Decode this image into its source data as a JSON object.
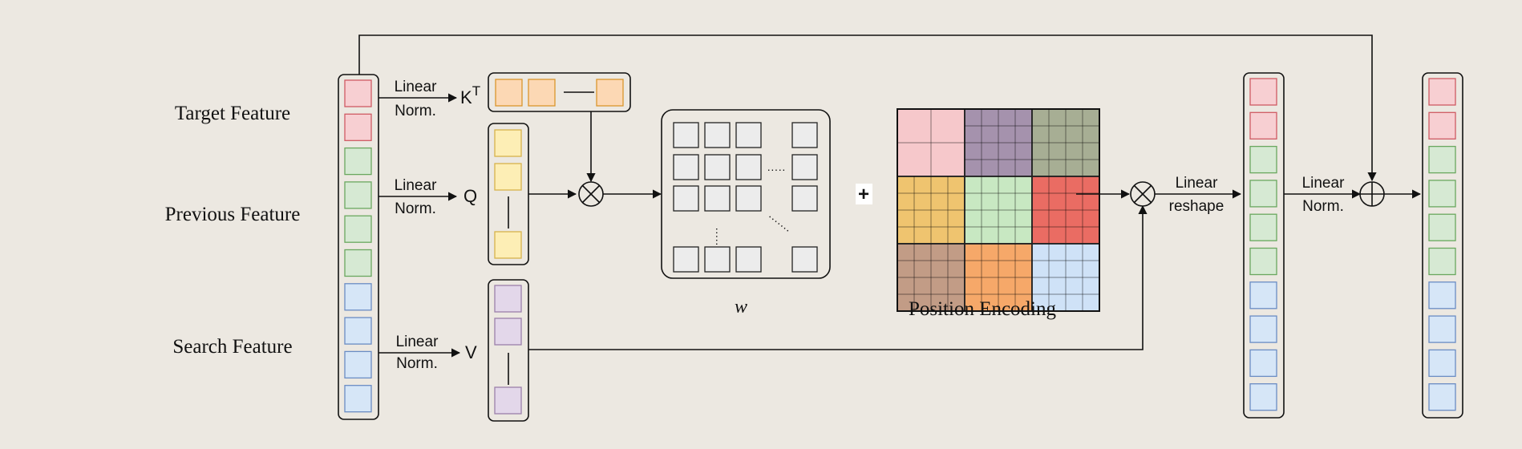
{
  "labels": {
    "target_feature": "Target Feature",
    "previous_feature": "Previous Feature",
    "search_feature": "Search Feature",
    "linear": "Linear",
    "norm": "Norm.",
    "reshape": "reshape",
    "k": "K",
    "k_sup": "T",
    "q": "Q",
    "v": "V",
    "w": "w",
    "plus": "+",
    "position_encoding": "Position Encoding",
    "dots": "·····"
  },
  "colors": {
    "background": "#ece8e1",
    "pink": "#f7cfd2",
    "pink_border": "#cf5a63",
    "green": "#d6e9d3",
    "green_border": "#6aa85f",
    "blue": "#d6e6f7",
    "blue_border": "#6a8cc4",
    "orange": "#fcd8b4",
    "orange_border": "#d9962e",
    "yellow": "#fdeeb5",
    "yellow_border": "#d6b24a",
    "purple": "#e3d7ea",
    "purple_border": "#9b80aa",
    "matrix_cell": "#ececec"
  },
  "feature_column": [
    "pink",
    "pink",
    "green",
    "green",
    "green",
    "green",
    "blue",
    "blue",
    "blue",
    "blue"
  ],
  "position_encoding_blocks": [
    {
      "name": "pink-block",
      "fill": "#f6c8cb"
    },
    {
      "name": "purple-block",
      "fill": "#a592ad"
    },
    {
      "name": "olive-block",
      "fill": "#a7ae94"
    },
    {
      "name": "mustard-block",
      "fill": "#efc46f"
    },
    {
      "name": "lightgreen-block",
      "fill": "#c8e8c2"
    },
    {
      "name": "red-block",
      "fill": "#ea6c63"
    },
    {
      "name": "brown-block",
      "fill": "#c29c86"
    },
    {
      "name": "orange-block",
      "fill": "#f6a869"
    },
    {
      "name": "lightblue-block",
      "fill": "#cfe2f7"
    }
  ]
}
